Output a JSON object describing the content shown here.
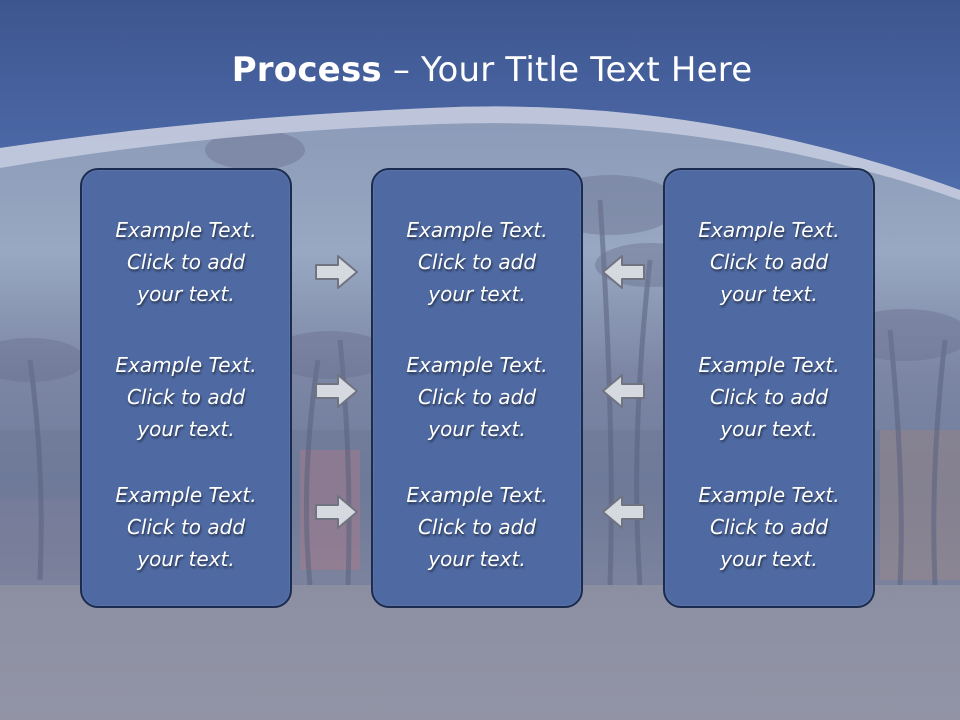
{
  "title": {
    "bold": "Process",
    "rest": " – Your Title Text Here"
  },
  "columns": [
    {
      "blocks": [
        [
          "Example Text.",
          "Click  to add",
          "your text."
        ],
        [
          "Example Text.",
          "Click  to add",
          "your text."
        ],
        [
          "Example Text.",
          "Click  to add",
          "your text."
        ]
      ]
    },
    {
      "blocks": [
        [
          "Example Text.",
          "Click  to add",
          "your text."
        ],
        [
          "Example Text.",
          "Click  to add",
          "your text."
        ],
        [
          "Example Text.",
          "Click  to add",
          "your text."
        ]
      ]
    },
    {
      "blocks": [
        [
          "Example Text.",
          "Click  to add",
          "your text."
        ],
        [
          "Example Text.",
          "Click  to add",
          "your text."
        ],
        [
          "Example Text.",
          "Click  to add",
          "your text."
        ]
      ]
    }
  ],
  "arrows": {
    "left_group": "arrow-right",
    "right_group": "arrow-left"
  },
  "colors": {
    "header": "#4d69a6",
    "box_fill": "#4f6aa3",
    "box_border": "#1c2c4e",
    "arrow_fill": "#d6d9df"
  }
}
